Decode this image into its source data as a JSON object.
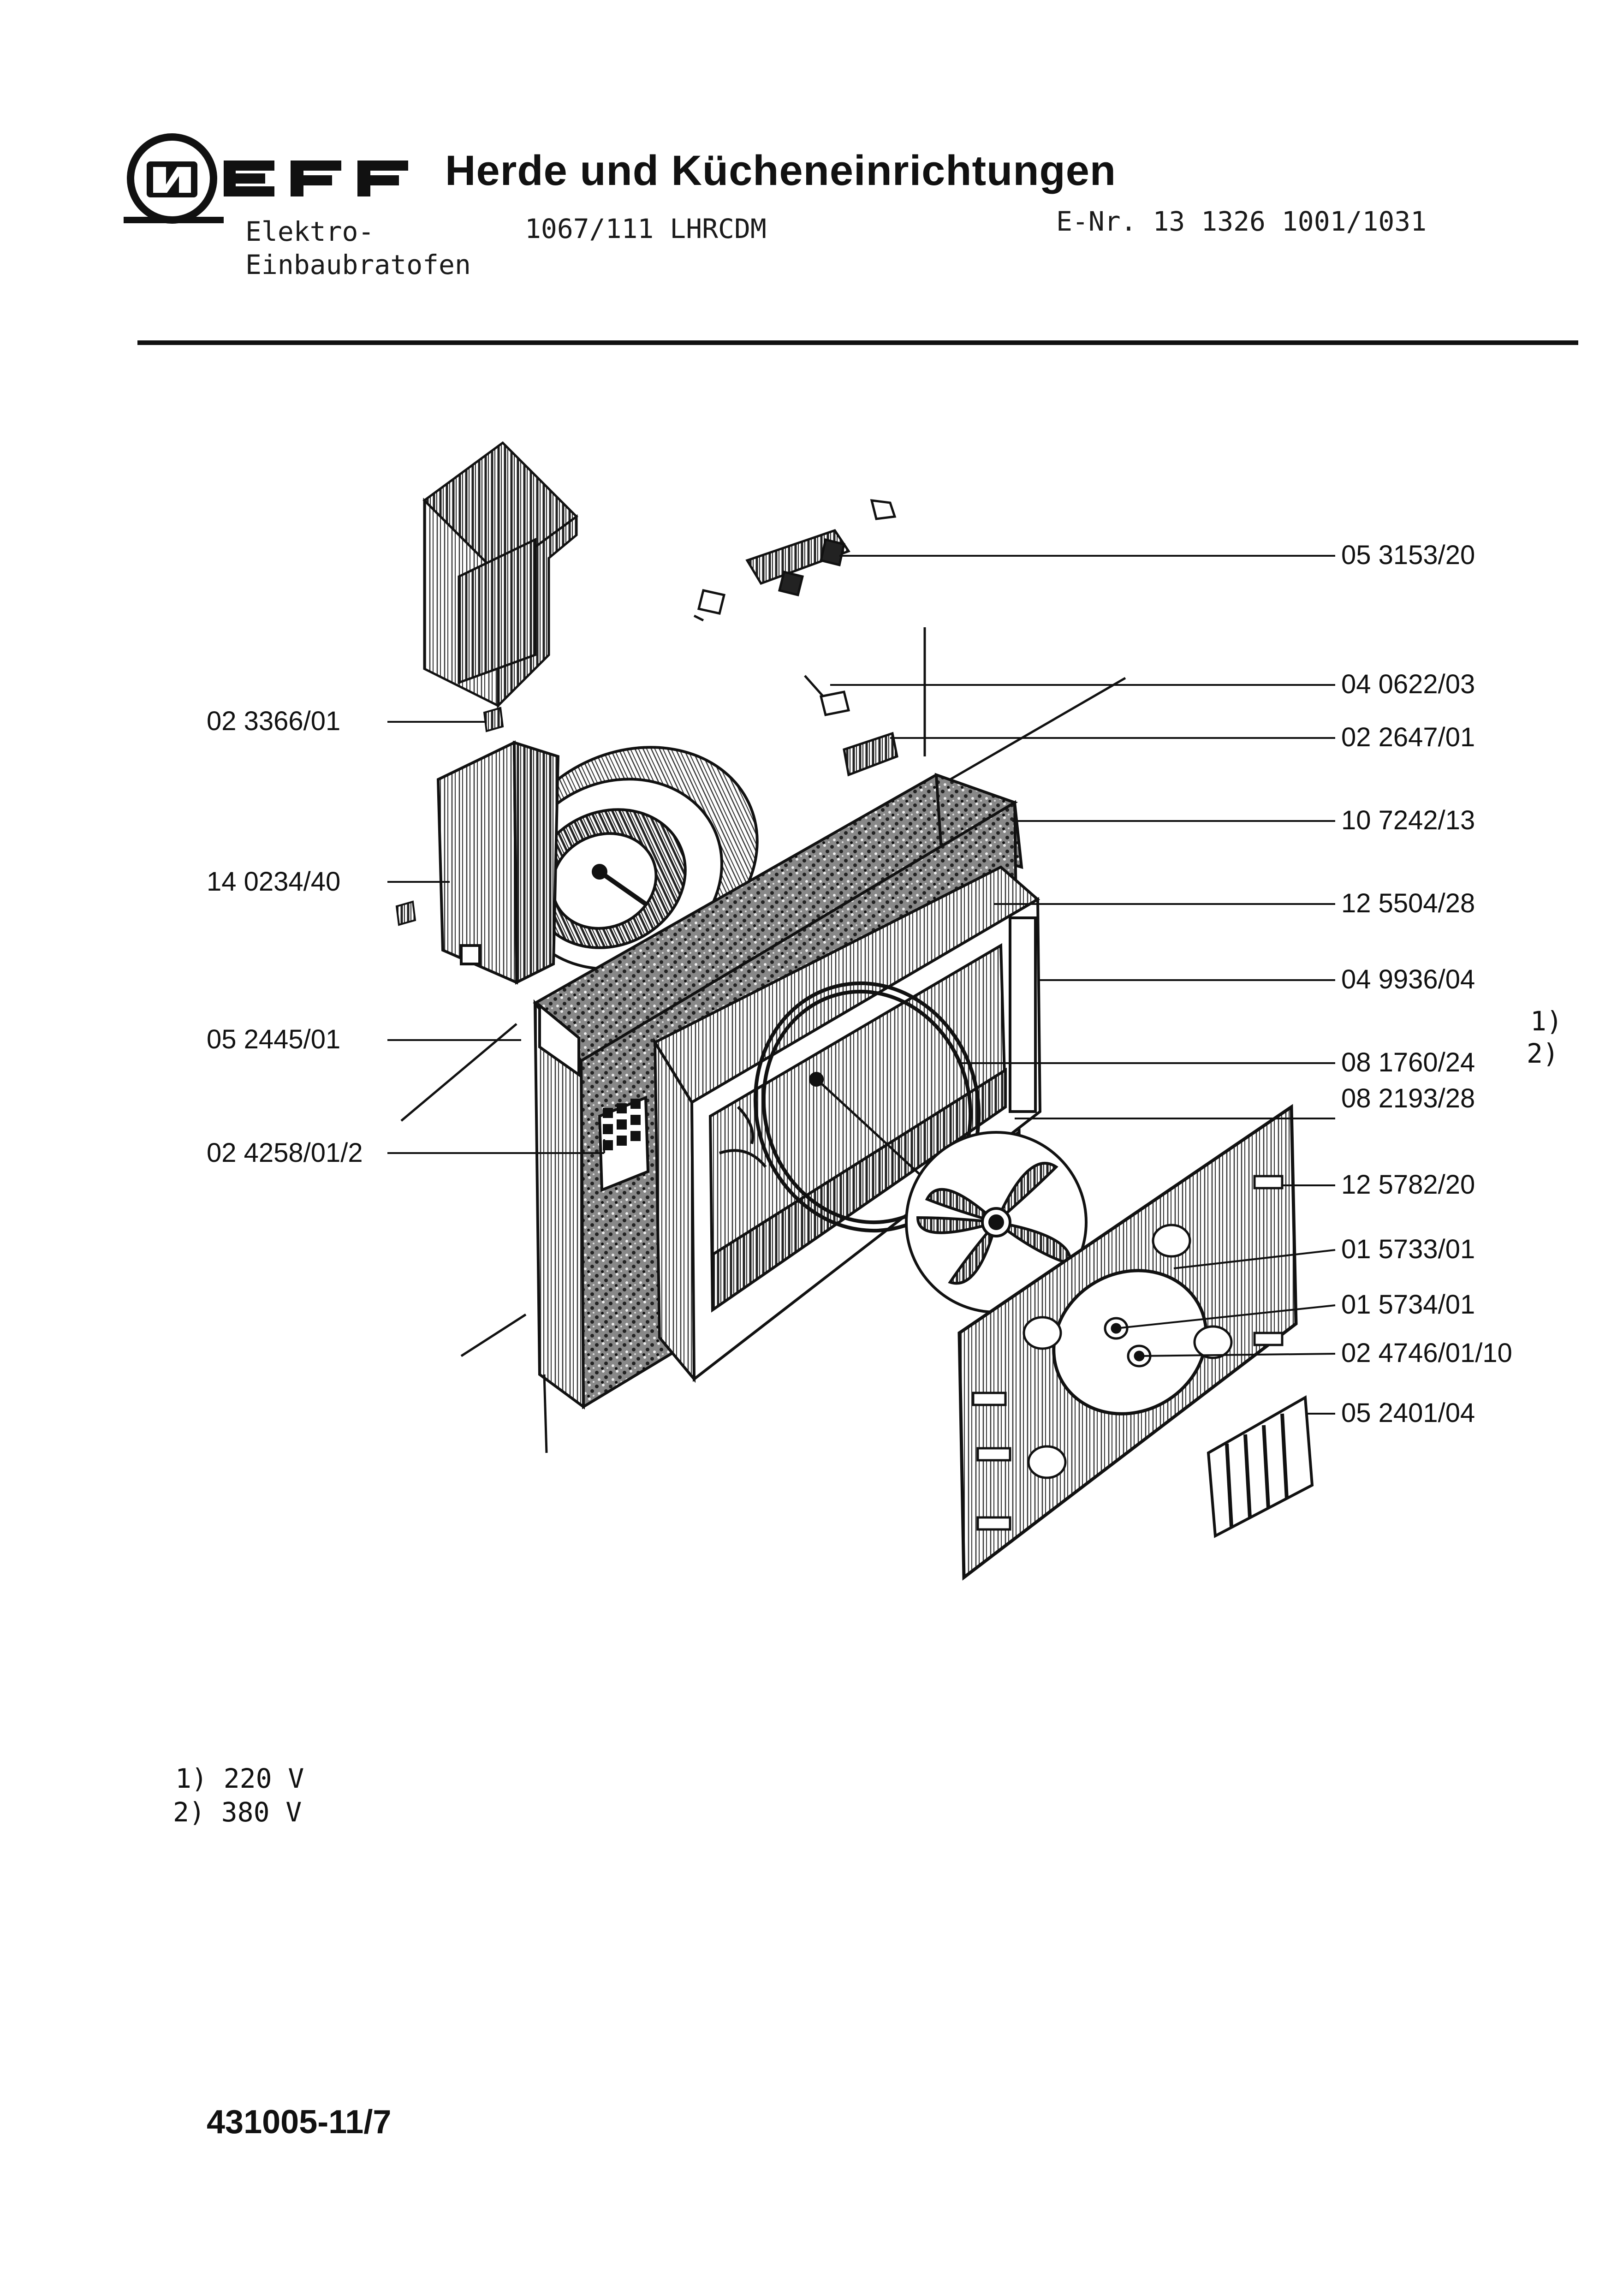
{
  "header": {
    "brand": "NEFF",
    "title": "Herde und Kücheneinrichtungen",
    "category_line1": "Elektro-",
    "category_line2": "Einbaubratofen",
    "model": "1067/111  LHRCDM",
    "enr": "E-Nr.  13  1326  1001/1031"
  },
  "callouts_left": [
    "02 3366/01",
    "14 0234/40",
    "05 2445/01",
    "02 4258/01/2"
  ],
  "callouts_right": [
    "05 3153/20",
    "04 0622/03",
    "02 2647/01",
    "10 7242/13",
    "12 5504/28",
    "04 9936/04",
    "08 1760/24",
    "08 2193/28",
    "12 5782/20",
    "01 5733/01",
    "01 5734/01",
    "02 4746/01/10",
    "05 2401/04"
  ],
  "variant_marks": [
    "1)",
    "2)"
  ],
  "footnotes": [
    "1)  220  V",
    "2)  380  V"
  ],
  "document_id": "431005-11/7"
}
